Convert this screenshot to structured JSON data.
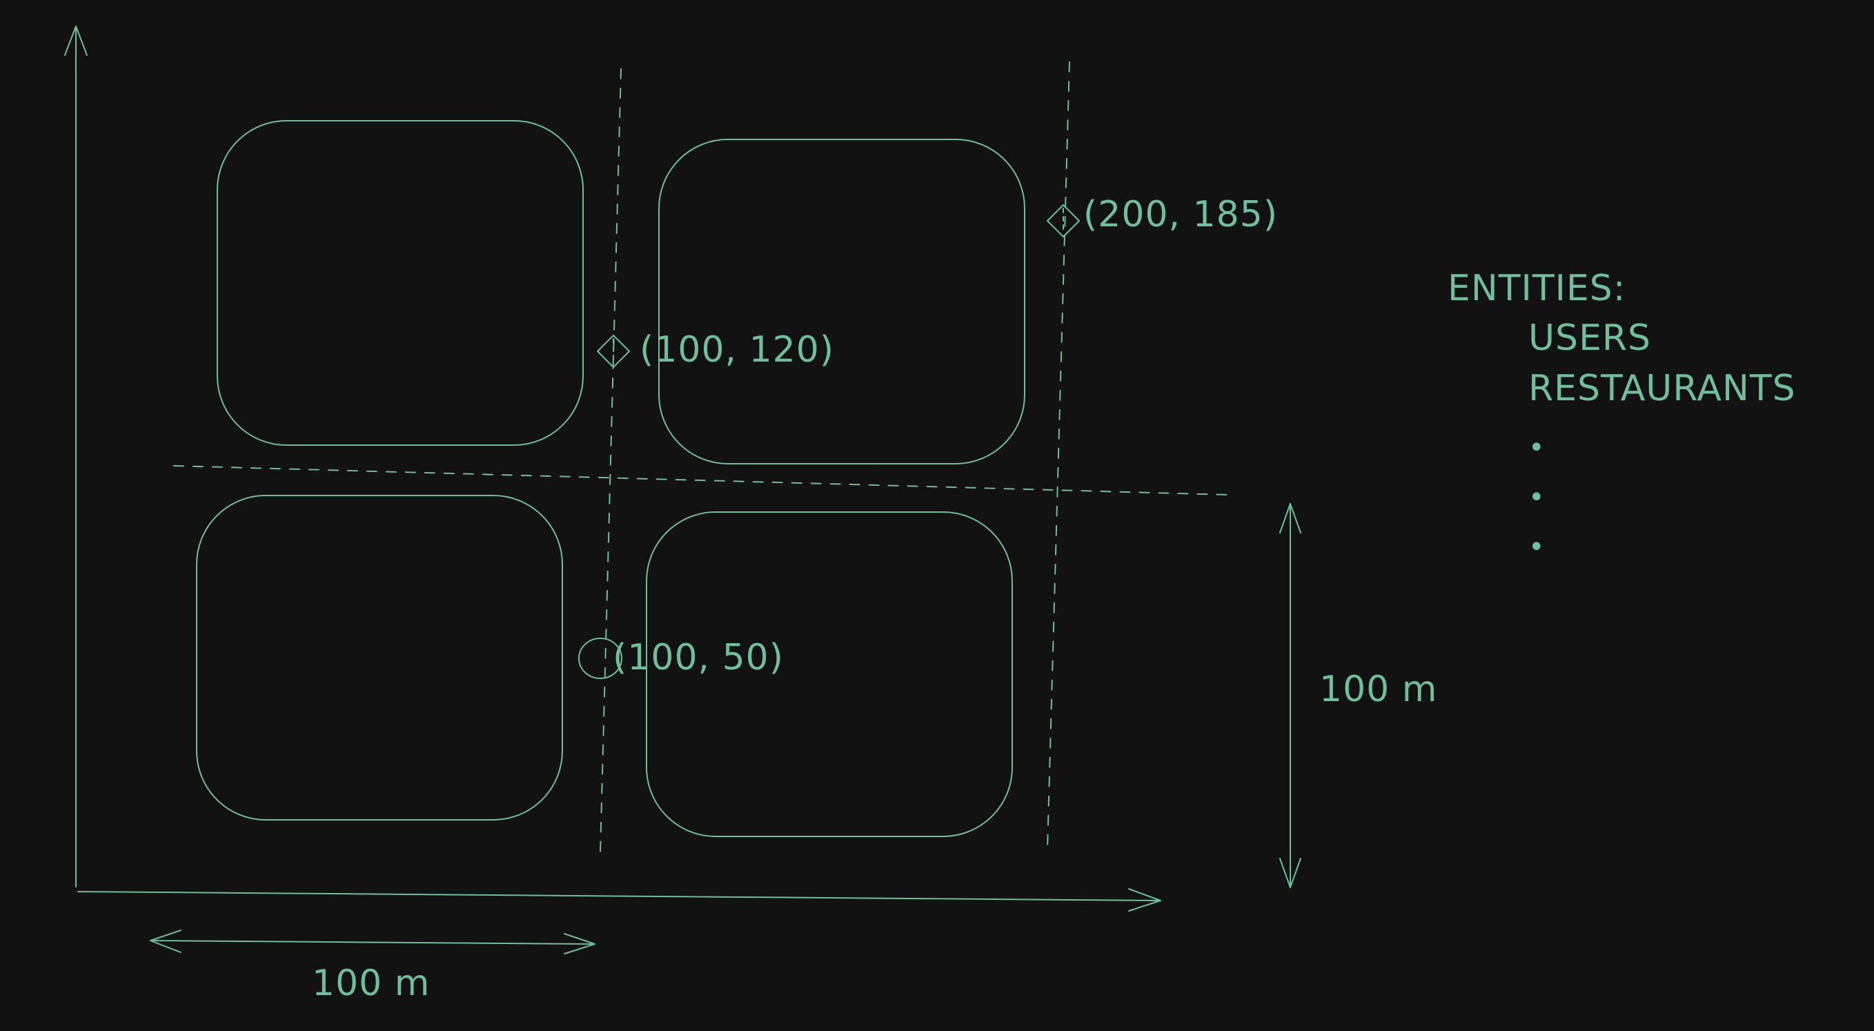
{
  "colors": {
    "background": "#121212",
    "stroke": "#6fbf9a"
  },
  "points": {
    "p1": "(200, 185)",
    "p2": "(100, 120)",
    "p3": "(100, 50)"
  },
  "scale": {
    "horizontal": "100 m",
    "vertical": "100 m"
  },
  "entities": {
    "heading": "ENTITIES:",
    "items": [
      "USERS",
      "RESTAURANTS"
    ],
    "ellipsis": [
      "•",
      "•",
      "•"
    ]
  }
}
